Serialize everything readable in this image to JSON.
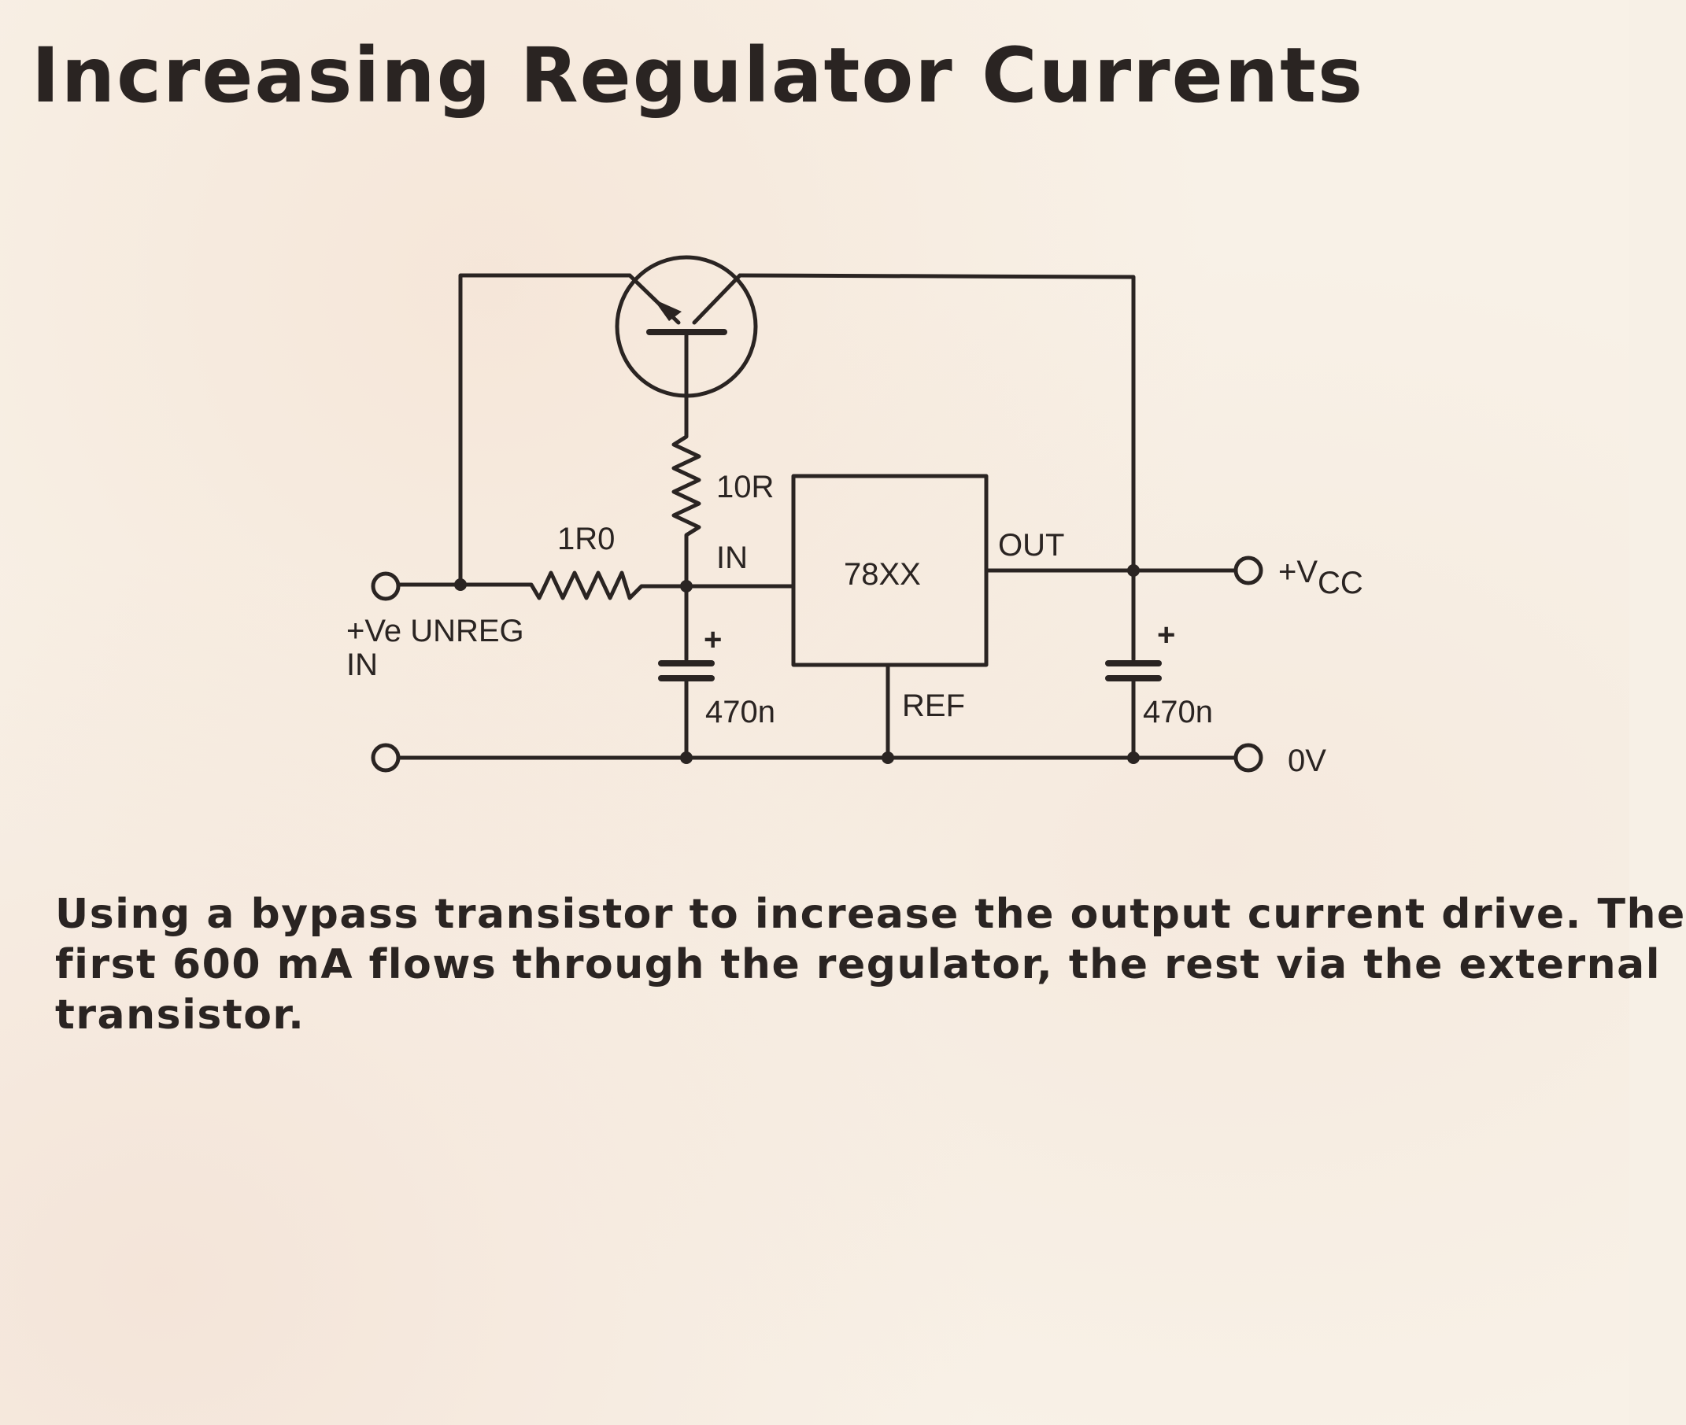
{
  "title": "Increasing Regulator Currents",
  "labels": {
    "r_series": "1R0",
    "r_base": "10R",
    "reg_in": "IN",
    "reg_name": "78XX",
    "reg_out": "OUT",
    "reg_ref": "REF",
    "c_in_plus": "+",
    "c_in_value": "470n",
    "c_out_plus": "+",
    "c_out_value": "470n",
    "input_label_line1": "+Ve UNREG",
    "input_label_line2": "IN",
    "vcc_prefix": "+V",
    "vcc_sub": "CC",
    "ground_label": "0V"
  },
  "caption": {
    "line1": "Using a bypass transistor to increase the output current drive. The",
    "line2": "first 600 mA flows through the regulator, the rest via the external",
    "line3": "transistor."
  },
  "colors": {
    "ink": "#2a2422",
    "paper": "#f8f1e7"
  }
}
